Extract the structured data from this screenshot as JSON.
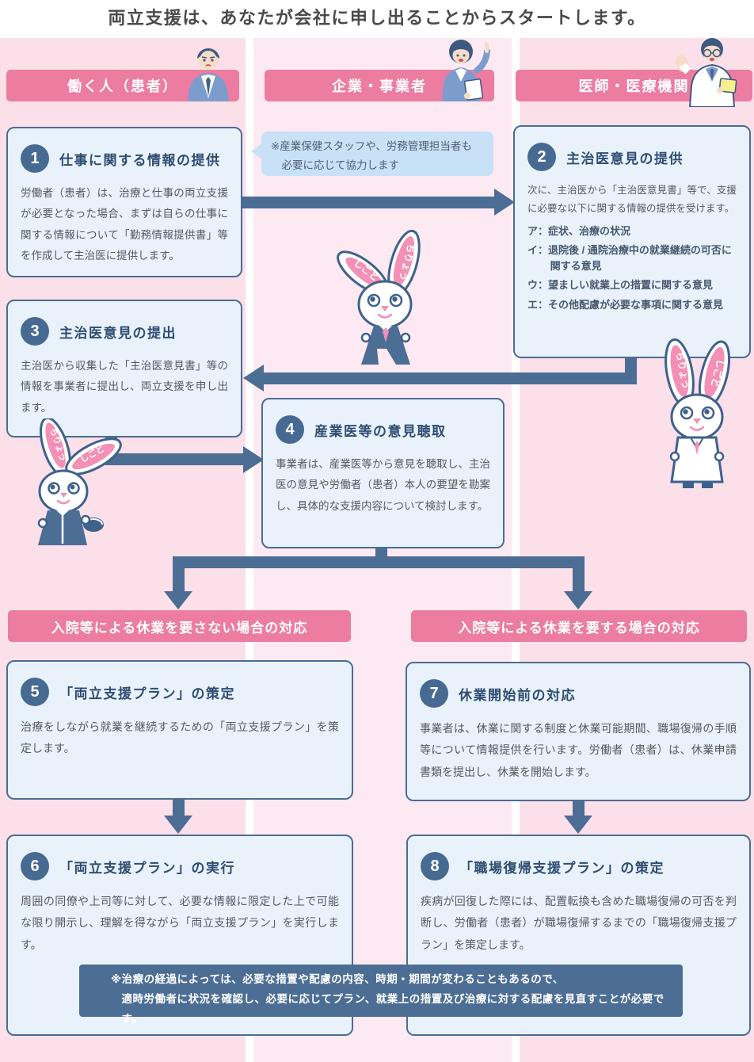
{
  "page_title": "両立支援は、あなたが会社に申し出ることからスタートします。",
  "columns": [
    {
      "label": "働く人（患者）",
      "icon": "patient-man-illustration"
    },
    {
      "label": "企業・事業者",
      "icon": "company-woman-illustration"
    },
    {
      "label": "医師・医療機関",
      "icon": "doctor-illustration"
    }
  ],
  "bubble": {
    "line1": "※産業保健スタッフや、労務管理担当者も",
    "line2": "必要に応じて協力します"
  },
  "mascot": {
    "ear_treatment": "ちりょう",
    "ear_work": "しごと"
  },
  "steps": [
    {
      "number": "1",
      "title": "仕事に関する情報の提供",
      "body": "労働者（患者）は、治療と仕事の両立支援が必要となった場合、まずは自らの仕事に関する情報について「勤務情報提供書」等を作成して主治医に提供します。"
    },
    {
      "number": "2",
      "title": "主治医意見の提供",
      "body": "次に、主治医から「主治医意見書」等で、支援に必要な以下に関する情報の提供を受けます。",
      "items": [
        "ア：症状、治療の状況",
        "イ：退院後 / 通院治療中の就業継続の可否に関する意見",
        "ウ：望ましい就業上の措置に関する意見",
        "エ：その他配慮が必要な事項に関する意見"
      ]
    },
    {
      "number": "3",
      "title": "主治医意見の提出",
      "body": "主治医から収集した「主治医意見書」等の情報を事業者に提出し、両立支援を申し出ます。"
    },
    {
      "number": "4",
      "title": "産業医等の意見聴取",
      "body": "事業者は、産業医等から意見を聴取し、主治医の意見や労働者（患者）本人の要望を勘案し、具体的な支援内容について検討します。"
    },
    {
      "number": "5",
      "title": "「両立支援プラン」の策定",
      "body": "治療をしながら就業を継続するための「両立支援プラン」を策定します。"
    },
    {
      "number": "6",
      "title": "「両立支援プラン」の実行",
      "body": "周囲の同僚や上司等に対して、必要な情報に限定した上で可能な限り開示し、理解を得ながら「両立支援プラン」を実行します。"
    },
    {
      "number": "7",
      "title": "休業開始前の対応",
      "body": "事業者は、休業に関する制度と休業可能期間、職場復帰の手順等について情報提供を行います。労働者（患者）は、休業申請書類を提出し、休業を開始します。"
    },
    {
      "number": "8",
      "title": "「職場復帰支援プラン」の策定",
      "body": "疾病が回復した際には、配置転換も含めた職場復帰の可否を判断し、労働者（患者）が職場復帰するまでの「職場復帰支援プラン」を策定します。"
    }
  ],
  "branches": [
    {
      "label": "入院等による休業を要さない場合の対応"
    },
    {
      "label": "入院等による休業を要する場合の対応"
    }
  ],
  "footer_note": {
    "line1": "※治療の経過によっては、必要な措置や配慮の内容、時期・期間が変わることもあるので、",
    "line2": "適時労働者に状況を確認し、必要に応じてプラン、就業上の措置及び治療に対する配慮を見直すことが必要です。"
  },
  "colors": {
    "accent_pink": "#ec7ca0",
    "column_pink": "#fbdfe9",
    "column_pink_light": "#fce9f1",
    "box_blue_bg": "#e9f2fb",
    "slate_blue": "#4c6d94",
    "bubble_blue": "#c8e1f7",
    "mascot_pink": "#f48fb5"
  }
}
